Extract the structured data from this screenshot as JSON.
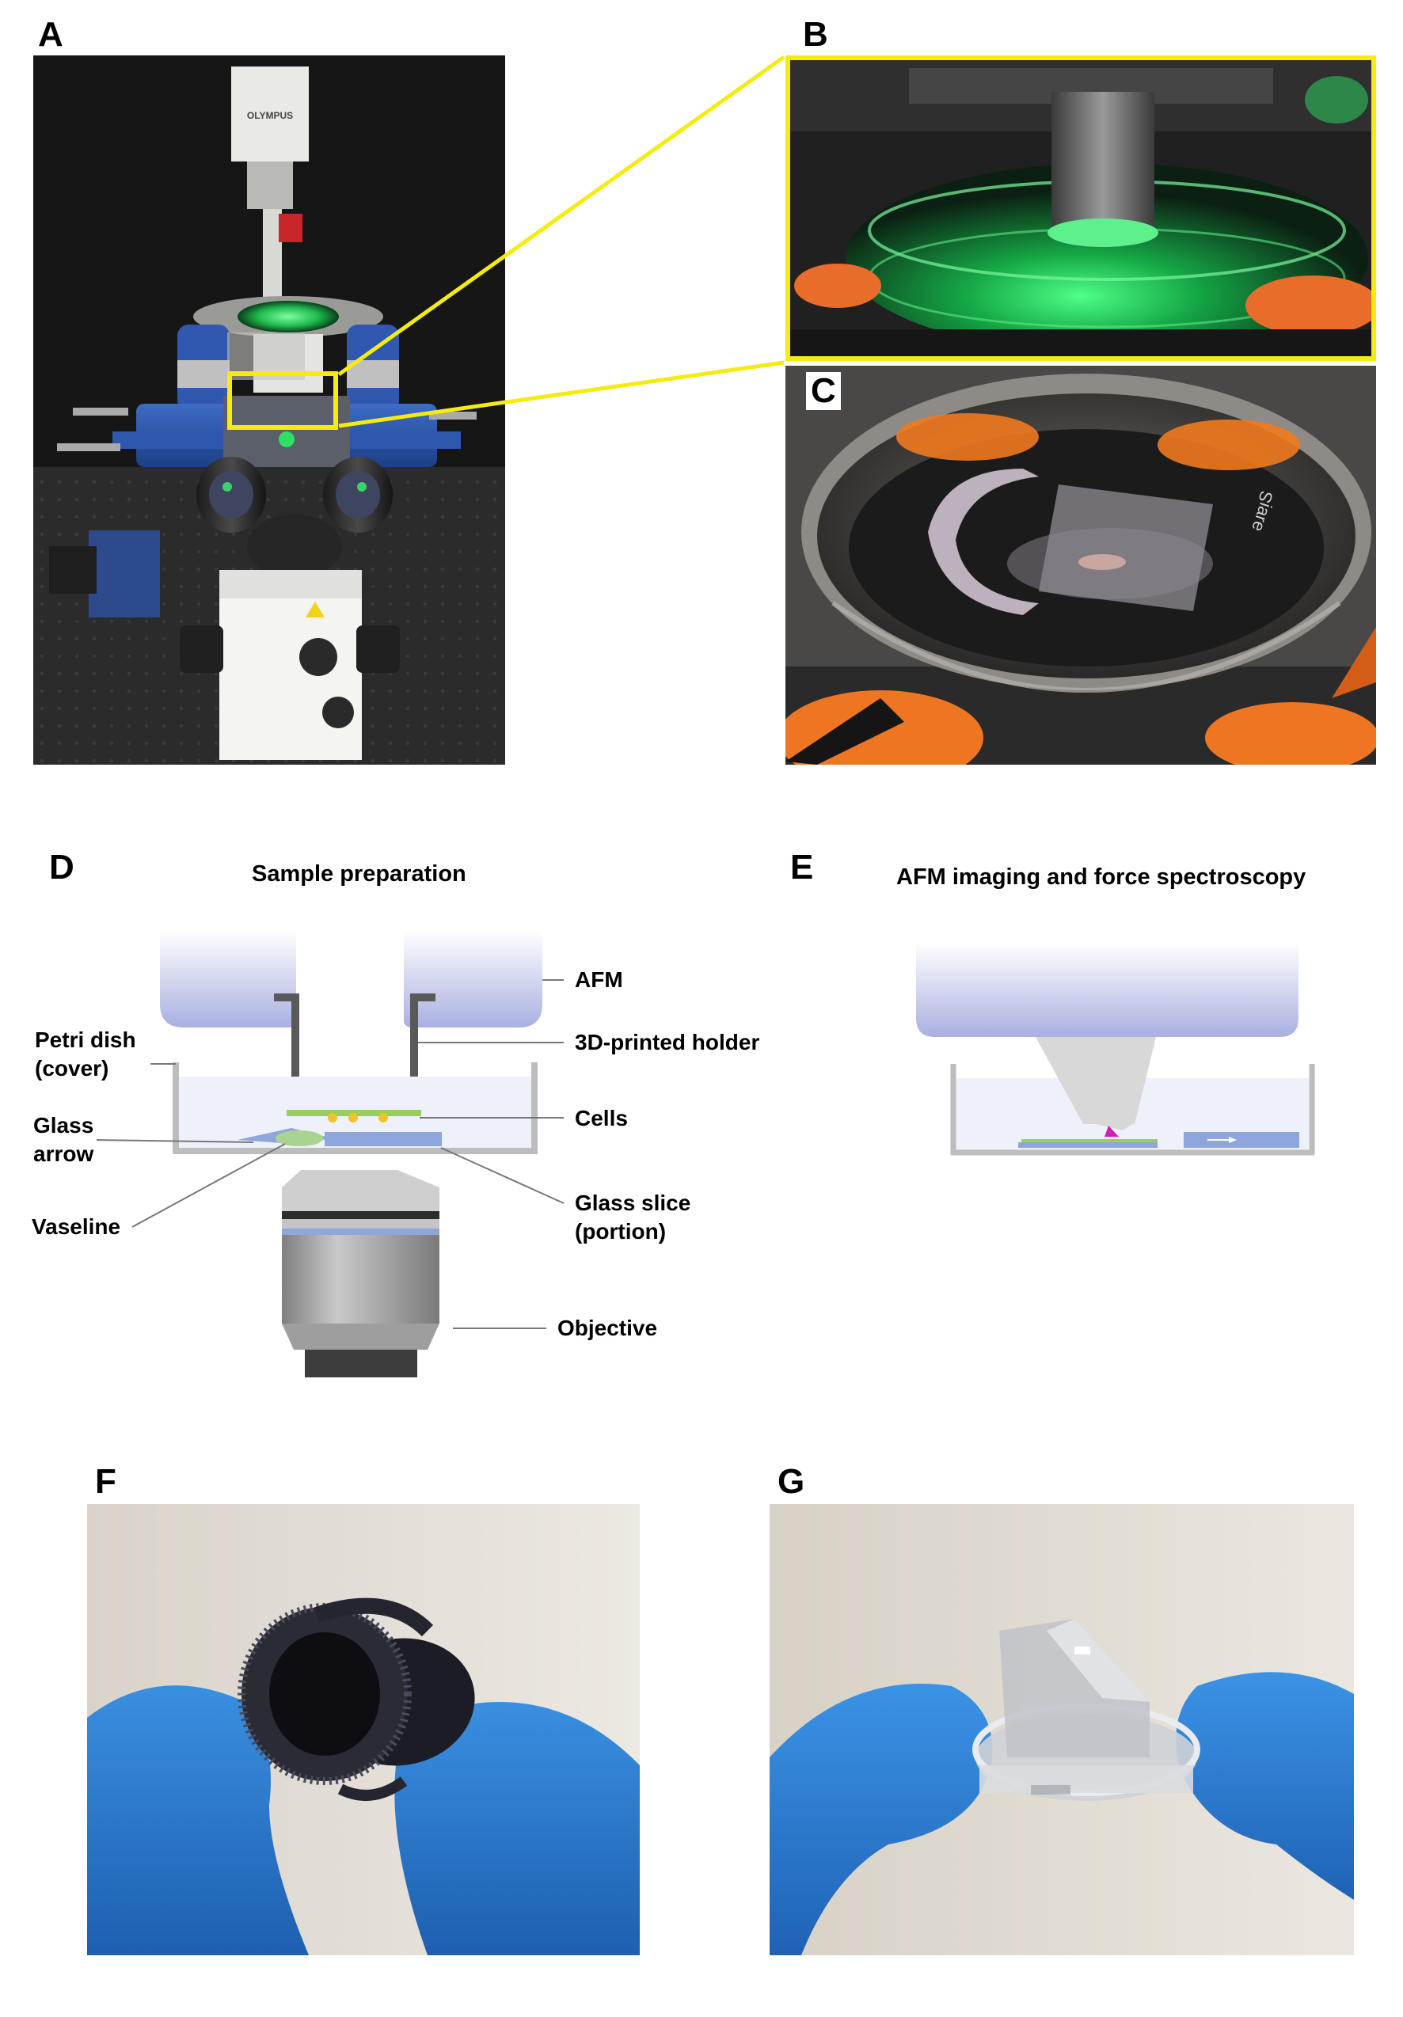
{
  "panels": {
    "a": {
      "letter": "A",
      "brand_text": "OLYMPUS"
    },
    "b": {
      "letter": "B"
    },
    "c": {
      "letter": "C",
      "dish_text": "ǝɹɐᴉS"
    },
    "d": {
      "letter": "D",
      "title": "Sample preparation",
      "labels": {
        "afm": "AFM",
        "holder": "3D-printed holder",
        "petri_line1": "Petri dish",
        "petri_line2": "(cover)",
        "cells": "Cells",
        "glass_arrow_line1": "Glass",
        "glass_arrow_line2": "arrow",
        "vaseline": "Vaseline",
        "glass_slice_line1": "Glass slice",
        "glass_slice_line2": "(portion)",
        "objective": "Objective"
      }
    },
    "e": {
      "letter": "E",
      "title": "AFM imaging and force spectroscopy"
    },
    "f": {
      "letter": "F"
    },
    "g": {
      "letter": "G"
    }
  },
  "colors": {
    "highlight_yellow": "#f5ec0f",
    "afm_blue": "#2f56a6",
    "glove_blue": "#2a7fd6",
    "laser_green": "#35e06a",
    "putty_orange": "#f07a1e",
    "diagram_lavender": "#a9b0e0",
    "cell_yellow": "#f2c12e",
    "substrate_blue": "#8fa6dc",
    "tip_magenta": "#d21fb8"
  }
}
